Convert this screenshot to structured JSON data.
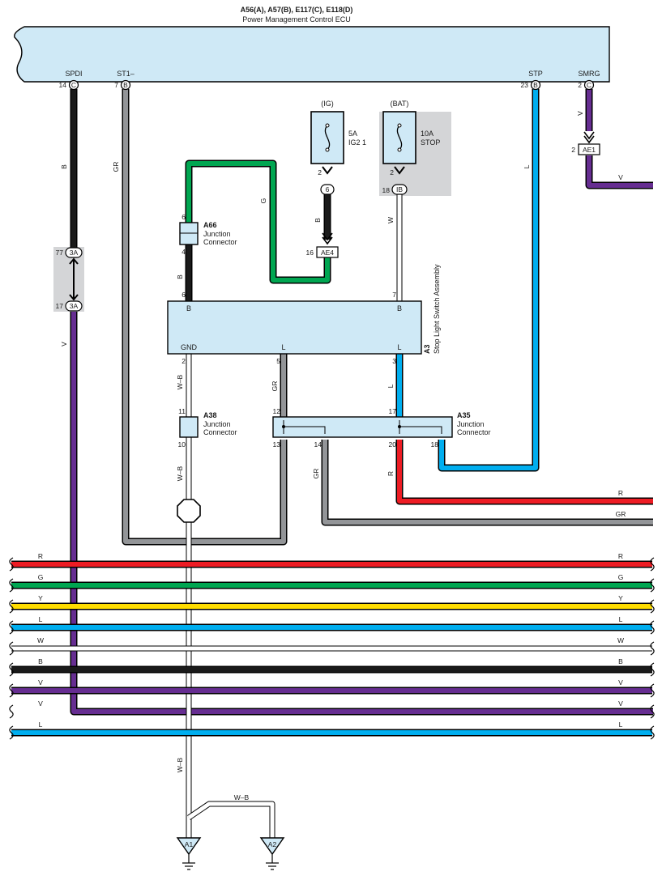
{
  "colors": {
    "R": "#ed1c24",
    "G": "#00a651",
    "Y": "#ffdd00",
    "L": "#00aeef",
    "W": "#ffffff",
    "B": "#1a1a1a",
    "V": "#662d91",
    "GR": "#939598",
    "W-B": "#ffffff",
    "component_fill": "#cfe9f6",
    "shade": "#d4d5d7"
  },
  "ecu": {
    "title": "A56(A), A57(B), E117(C), E118(D)",
    "subtitle": "Power Management Control ECU",
    "terminals": {
      "spdi": {
        "name": "SPDI",
        "pin": "14",
        "conn": "C"
      },
      "st1": {
        "name": "ST1–",
        "pin": "7",
        "conn": "B"
      },
      "stp": {
        "name": "STP",
        "pin": "23",
        "conn": "B"
      },
      "smrg": {
        "name": "SMRG",
        "pin": "2",
        "conn": "C"
      }
    }
  },
  "fuses": {
    "ig": {
      "source": "(IG)",
      "rating": "5A",
      "name": "IG2 1",
      "pin": "2",
      "conn_pin": "6"
    },
    "bat": {
      "source": "(BAT)",
      "rating": "10A",
      "name": "STOP",
      "pin": "2",
      "conn_pin": "18",
      "conn": "IB"
    }
  },
  "connectors": {
    "ae1": {
      "label": "AE1",
      "pin": "2"
    },
    "ae4": {
      "label": "AE4",
      "pin": "16"
    },
    "c3a_top": {
      "label": "3A",
      "pin": "77"
    },
    "c3a_bottom": {
      "label": "3A",
      "pin": "17"
    }
  },
  "a66": {
    "code": "A66",
    "line1": "Junction",
    "line2": "Connector",
    "pin_top": "6",
    "pin_bottom": "4"
  },
  "a38": {
    "code": "A38",
    "line1": "Junction",
    "line2": "Connector",
    "pin_top": "11",
    "pin_bottom": "10"
  },
  "a35": {
    "code": "A35",
    "line1": "Junction",
    "line2": "Connector",
    "pin_12": "12",
    "pin_17": "17",
    "pin_13": "13",
    "pin_14": "14",
    "pin_20": "20",
    "pin_18": "18"
  },
  "a3": {
    "code": "A3",
    "name": "Stop Light Switch Assembly",
    "term_b_left": "B",
    "term_b_right": "B",
    "term_gnd": "GND",
    "term_l_mid": "L",
    "term_l_right": "L",
    "pin_6": "6",
    "pin_7": "7",
    "pin_2": "2",
    "pin_5": "5",
    "pin_3": "3"
  },
  "wires": {
    "b": "B",
    "gr": "GR",
    "l": "L",
    "v": "V",
    "g": "G",
    "w": "W",
    "r": "R",
    "wb": "W–B"
  },
  "bus": [
    {
      "label": "R",
      "color": "R"
    },
    {
      "label": "G",
      "color": "G"
    },
    {
      "label": "Y",
      "color": "Y"
    },
    {
      "label": "L",
      "color": "L"
    },
    {
      "label": "W",
      "color": "W"
    },
    {
      "label": "B",
      "color": "B"
    },
    {
      "label": "V",
      "color": "V"
    },
    {
      "label": "V",
      "color": "V"
    },
    {
      "label": "L",
      "color": "L"
    }
  ],
  "grounds": {
    "a1": "A1",
    "a2": "A2"
  }
}
